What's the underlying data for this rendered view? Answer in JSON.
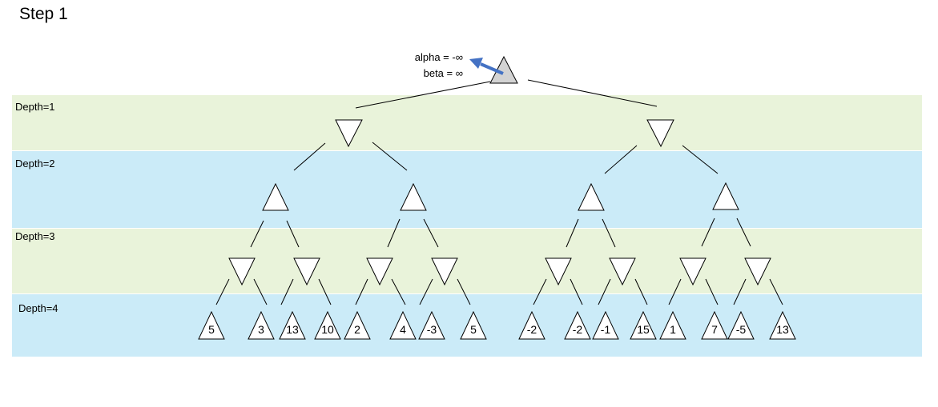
{
  "title": "Step 1",
  "depth_labels": [
    "Depth=1",
    "Depth=2",
    "Depth=3",
    "Depth=4"
  ],
  "root_annotation": {
    "alpha": "alpha = -∞",
    "beta": "beta = ∞",
    "arrow_color": "#4472C4"
  },
  "colors": {
    "band_green": "#E9F3DA",
    "band_blue": "#CBEBF8",
    "root_fill": "#D3D3D3"
  },
  "leaf_values": [
    "5",
    "3",
    "13",
    "10",
    "2",
    "4",
    "-3",
    "5",
    "-2",
    "-2",
    "-1",
    "15",
    "1",
    "7",
    "-5",
    "13"
  ]
}
